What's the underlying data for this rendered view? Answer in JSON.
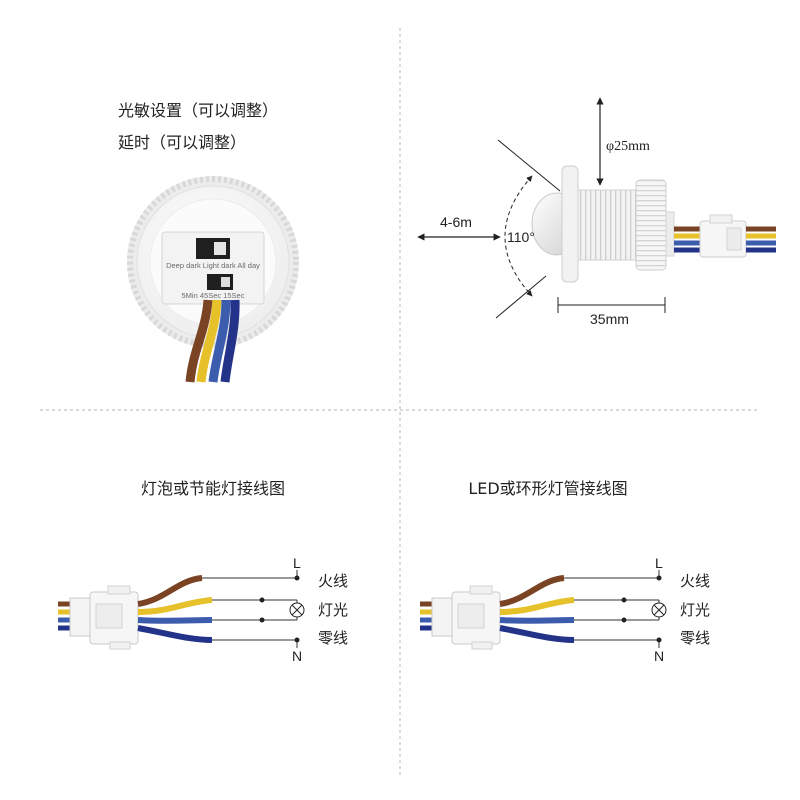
{
  "sensor_back": {
    "settings": [
      "光敏设置（可以调整）",
      "延时（可以调整）"
    ],
    "light_switch_labels": "Deep dark Light dark All day",
    "delay_switch_labels": "5Min 45Sec 15Sec"
  },
  "side_view": {
    "diameter": "φ25mm",
    "detection_range": "4-6m",
    "detection_angle": "110°",
    "length": "35mm"
  },
  "wiring": [
    {
      "title": "灯泡或节能灯接线图",
      "live_terminal": "L",
      "neutral_terminal": "N",
      "live_label": "火线",
      "light_label": "灯光",
      "neutral_label": "零线"
    },
    {
      "title": "LED或环形灯管接线图",
      "live_terminal": "L",
      "neutral_terminal": "N",
      "live_label": "火线",
      "light_label": "灯光",
      "neutral_label": "零线"
    }
  ],
  "colors": {
    "wire_brown": "#7a4324",
    "wire_yellow": "#e6c12a",
    "wire_blue": "#3c5cae",
    "wire_navy": "#24338a"
  },
  "icons": {
    "lamp": "lamp-symbol-icon",
    "connector": "connector-plug-icon"
  }
}
